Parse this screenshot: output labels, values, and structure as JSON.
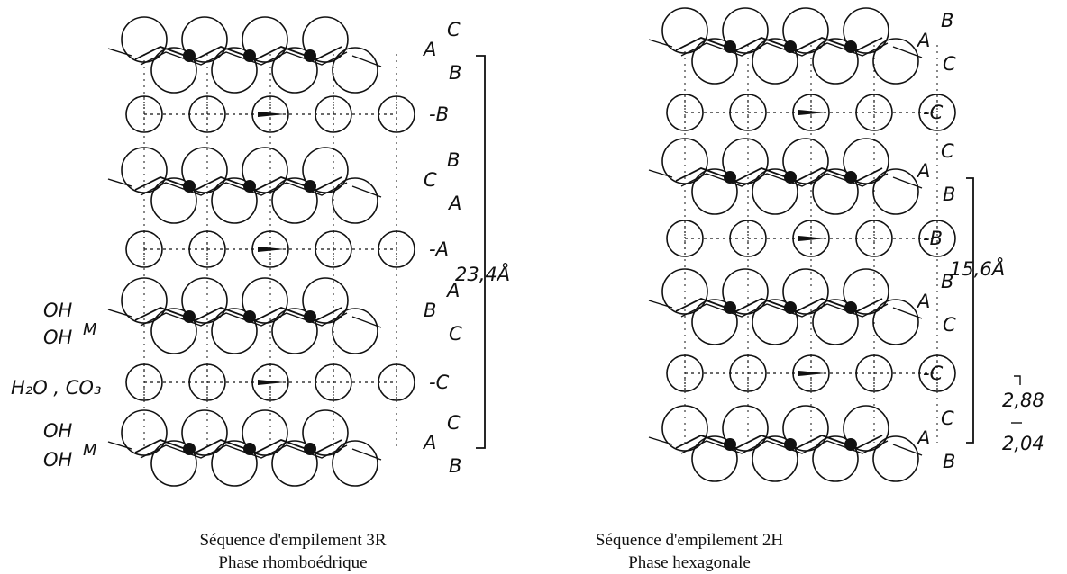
{
  "left_panel": {
    "layers": [
      {
        "type": "sheet",
        "top": "C",
        "left": "A",
        "bottom": "B"
      },
      {
        "type": "interlayer",
        "label": "-B"
      },
      {
        "type": "sheet",
        "top": "B",
        "left": "C",
        "bottom": "A"
      },
      {
        "type": "interlayer",
        "label": "-A"
      },
      {
        "type": "sheet",
        "top": "A",
        "left": "B",
        "bottom": "C"
      },
      {
        "type": "interlayer",
        "label": "-C"
      },
      {
        "type": "sheet",
        "top": "C",
        "left": "A",
        "bottom": "B"
      }
    ],
    "side_labels": {
      "oh_top": "OH",
      "m": "M",
      "oh_bottom": "OH",
      "interlayer_species": "H₂O , CO₃"
    },
    "dimension": "23,4Å",
    "caption_line1": "Séquence d'empilement 3R",
    "caption_line2": "Phase rhomboédrique"
  },
  "right_panel": {
    "layers": [
      {
        "type": "sheet",
        "top": "B",
        "left": "A",
        "bottom": "C"
      },
      {
        "type": "interlayer",
        "label": "-C"
      },
      {
        "type": "sheet",
        "top": "C",
        "left": "A",
        "bottom": "B"
      },
      {
        "type": "interlayer",
        "label": "-B"
      },
      {
        "type": "sheet",
        "top": "B",
        "left": "A",
        "bottom": "C"
      },
      {
        "type": "interlayer",
        "label": "-C"
      },
      {
        "type": "sheet",
        "top": "C",
        "left": "A",
        "bottom": "B"
      }
    ],
    "dimension": "15,6Å",
    "dist_top": "2,88",
    "dist_bottom": "2,04",
    "caption_line1": "Séquence d'empilement 2H",
    "caption_line2": "Phase hexagonale"
  }
}
